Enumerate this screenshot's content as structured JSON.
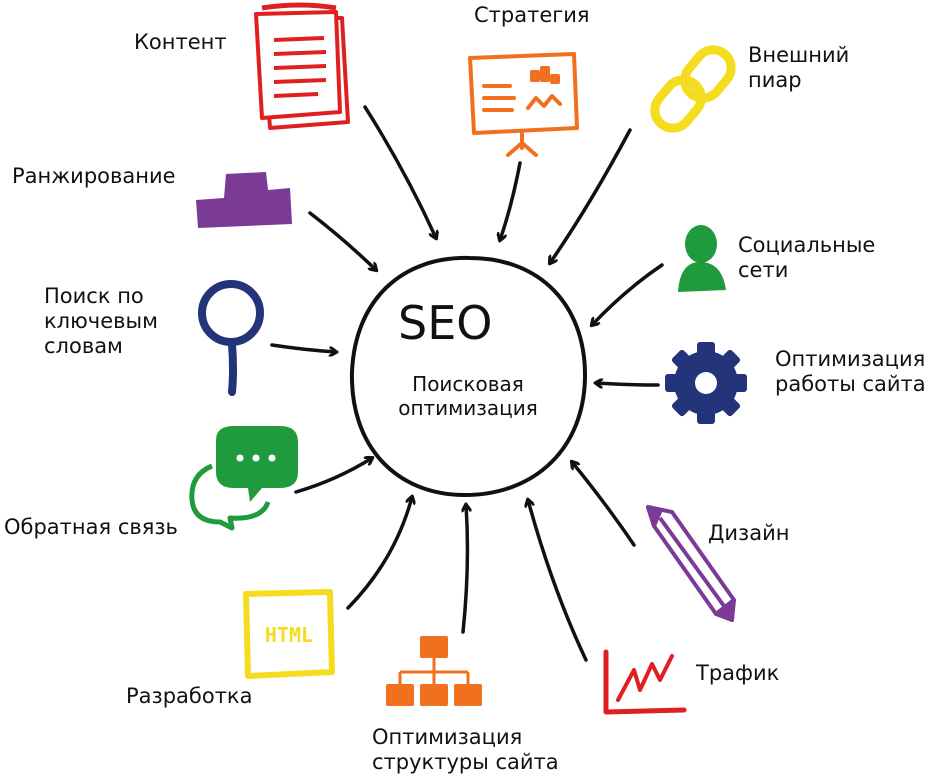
{
  "center": {
    "title": "SEO",
    "subtitle_line1": "Поисковая",
    "subtitle_line2": "оптимизация"
  },
  "labels": {
    "content": "Контент",
    "strategy": "Стратегия",
    "external_pr_line1": "Внешний",
    "external_pr_line2": "пиар",
    "ranking": "Ранжирование",
    "social_line1": "Социальные",
    "social_line2": "сети",
    "keyword_line1": "Поиск по",
    "keyword_line2": "ключевым",
    "keyword_line3": "словам",
    "site_opt_line1": "Оптимизация",
    "site_opt_line2": "работы сайта",
    "feedback": "Обратная связь",
    "design": "Дизайн",
    "development": "Разработка",
    "traffic": "Трафик",
    "structure_line1": "Оптимизация",
    "structure_line2": "структуры сайта"
  },
  "icon_text": {
    "html": "HTML"
  },
  "icons": [
    "notepad-icon",
    "presentation-board-icon",
    "chain-link-icon",
    "podium-icon",
    "person-icon",
    "magnifier-icon",
    "gear-icon",
    "chat-bubbles-icon",
    "pencil-icon",
    "html-file-icon",
    "sitemap-icon",
    "trend-chart-icon"
  ],
  "colors": {
    "red": "#e02020",
    "orange": "#f07020",
    "yellow": "#f5dc1e",
    "purple": "#7b3a96",
    "green": "#1f9a3c",
    "navy": "#23347a",
    "ink": "#111111"
  }
}
